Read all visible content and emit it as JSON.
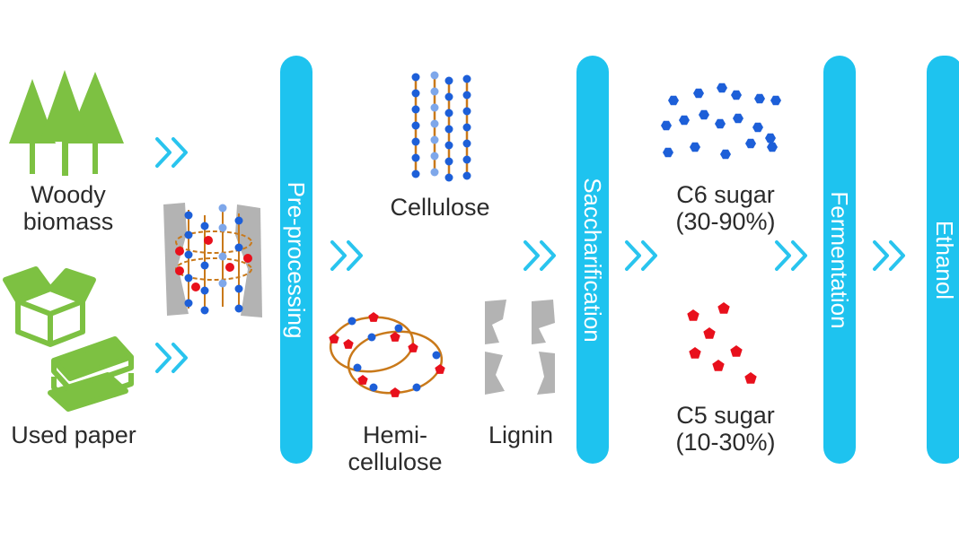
{
  "inputs": {
    "woody_line1": "Woody",
    "woody_line2": "biomass",
    "paper": "Used paper"
  },
  "stages": {
    "preprocessing": "Pre-processing",
    "saccharification": "Saccharification",
    "fermentation": "Fermentation",
    "ethanol": "Ethanol"
  },
  "components": {
    "cellulose": "Cellulose",
    "hemi_line1": "Hemi-",
    "hemi_line2": "cellulose",
    "lignin": "Lignin"
  },
  "sugars": {
    "c6_line1": "C6 sugar",
    "c6_line2": "(30-90%)",
    "c5_line1": "C5 sugar",
    "c5_line2": "(10-30%)"
  },
  "colors": {
    "bar": "#1ec3ef",
    "arrow": "#29c4ee",
    "green": "#7dc142",
    "blue_node": "#1d5fd8",
    "light_blue_node": "#7ea7ea",
    "red_node": "#e8101c",
    "chain": "#c9791a",
    "lignin_gray": "#b3b3b3",
    "text": "#2b2b2b"
  }
}
